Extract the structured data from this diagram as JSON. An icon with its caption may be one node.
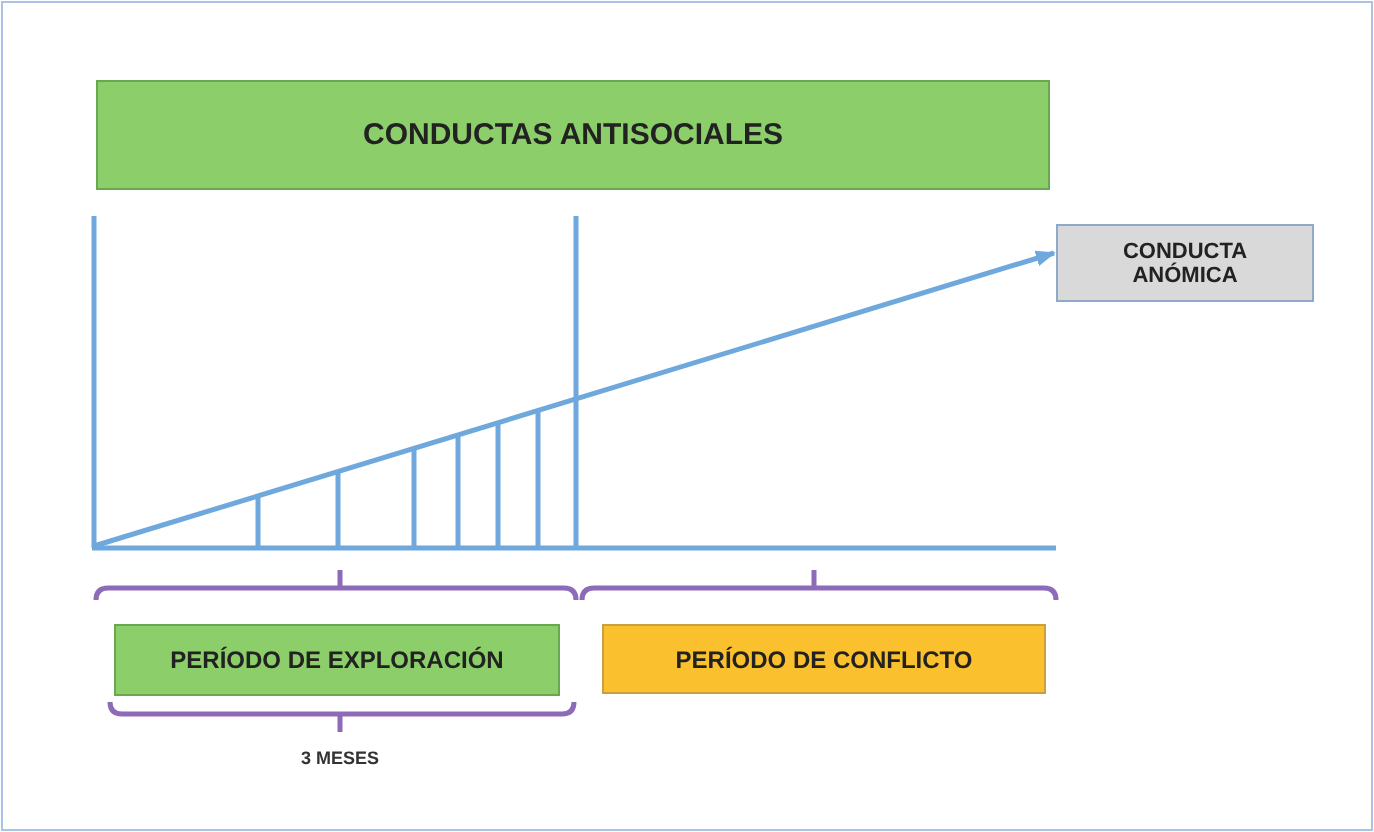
{
  "diagram": {
    "nodes": [
      {
        "text": [
          "CONDUCTAS ANTISOCIALES"
        ]
      },
      {
        "text": [
          "CONDUCTA ANÓMICA"
        ]
      },
      {
        "text": [
          "PERÍODO DE EXPLORACIÓN"
        ]
      },
      {
        "text": [
          "PERÍODO DE CONFLICTO"
        ]
      }
    ],
    "edges": [
      {
        "from": null,
        "to": 1,
        "arrow": "to"
      }
    ],
    "labels": [
      "3 MESES"
    ]
  }
}
